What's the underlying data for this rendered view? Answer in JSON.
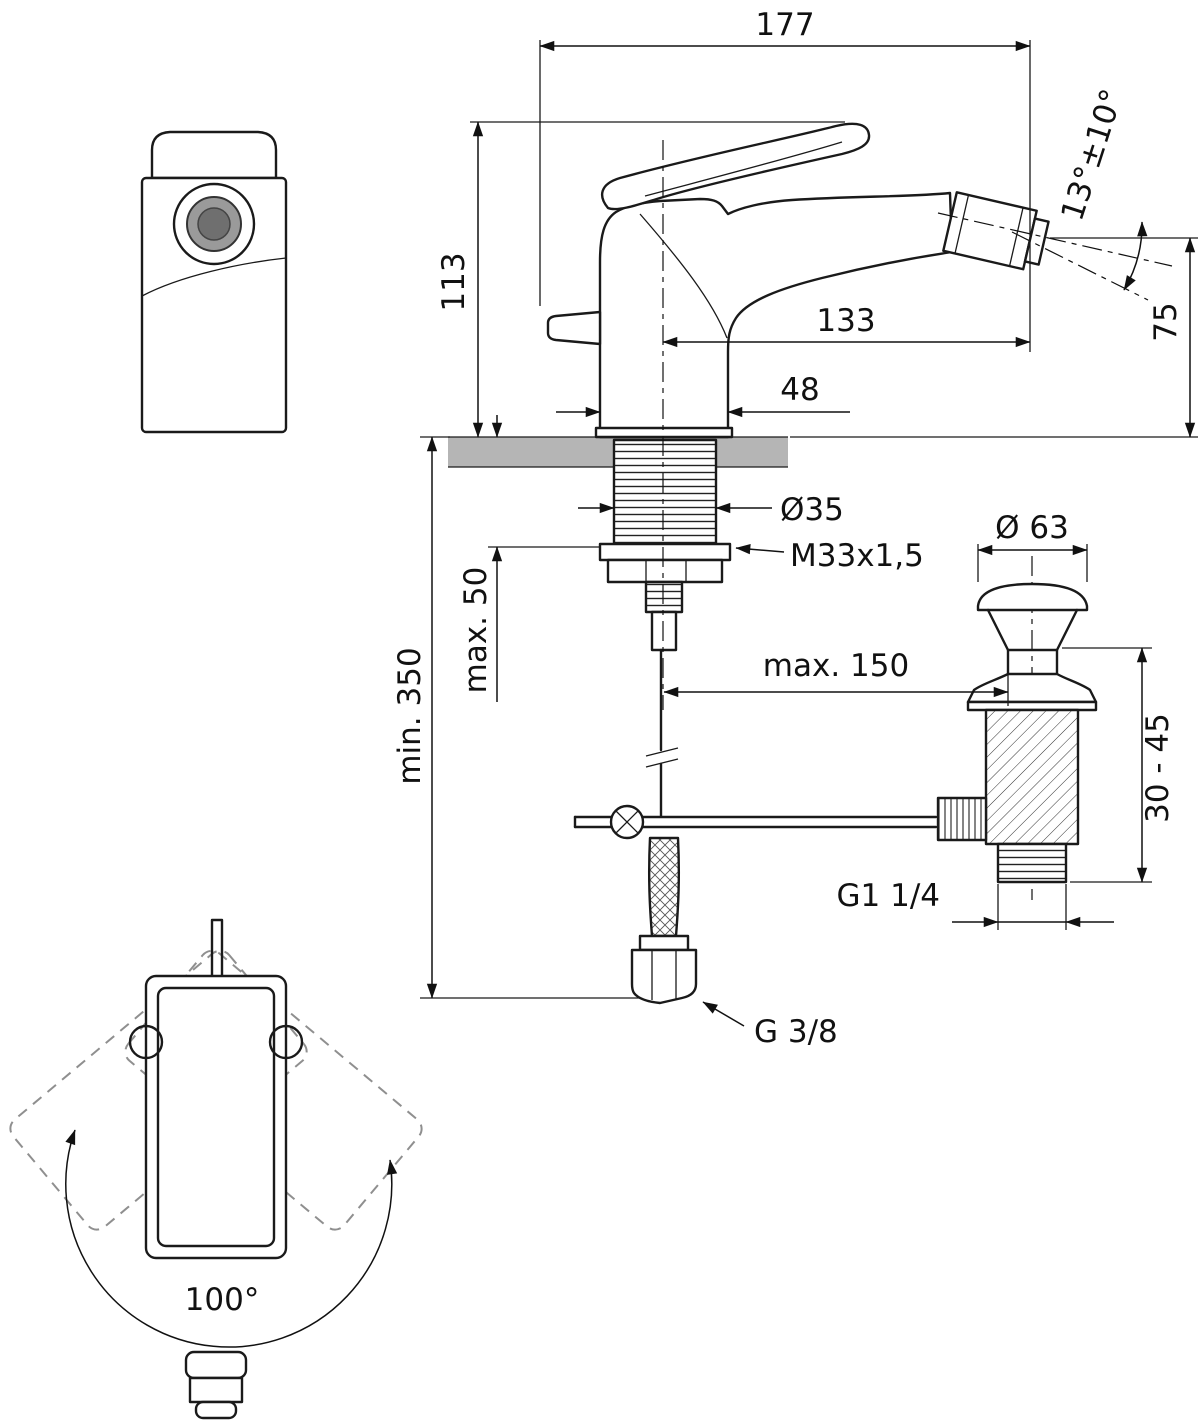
{
  "drawing": {
    "title": "bidet-single-lever-mixer-installation-dimensions",
    "labels": {
      "total_projection": "177",
      "height": "113",
      "spout_angle": "13°±10°",
      "outlet_height": "75",
      "spout_reach": "133",
      "base_depth": "48",
      "hole_diameter": "Ø35",
      "shank_thread": "M33x1,5",
      "waste_cap_diameter": "Ø 63",
      "max_rod_offset": "max. 150",
      "max_deck_thickness": "max. 50",
      "min_hose_clearance": "min. 350",
      "waste_height_range": "30 - 45",
      "waste_thread": "G1 1/4",
      "supply_thread": "G 3/8",
      "swivel_angle": "100°"
    }
  }
}
